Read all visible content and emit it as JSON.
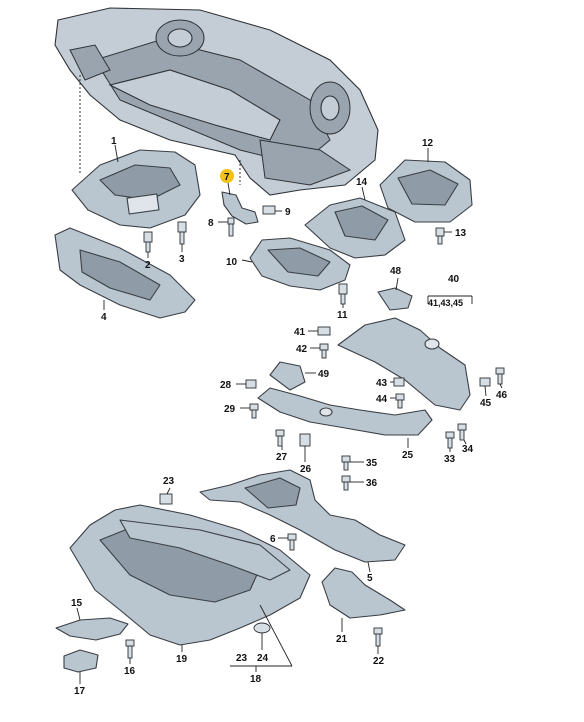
{
  "diagram": {
    "callouts": [
      {
        "id": "c1",
        "text": "1"
      },
      {
        "id": "c2",
        "text": "2"
      },
      {
        "id": "c3",
        "text": "3"
      },
      {
        "id": "c4",
        "text": "4"
      },
      {
        "id": "c5a",
        "text": "5"
      },
      {
        "id": "c6",
        "text": "6"
      },
      {
        "id": "c7",
        "text": "7"
      },
      {
        "id": "c8",
        "text": "8"
      },
      {
        "id": "c9",
        "text": "9"
      },
      {
        "id": "c10",
        "text": "10"
      },
      {
        "id": "c11",
        "text": "11"
      },
      {
        "id": "c12",
        "text": "12"
      },
      {
        "id": "c13",
        "text": "13"
      },
      {
        "id": "c14",
        "text": "14"
      },
      {
        "id": "c15",
        "text": "15"
      },
      {
        "id": "c16",
        "text": "16"
      },
      {
        "id": "c17",
        "text": "17"
      },
      {
        "id": "c18",
        "text": "18"
      },
      {
        "id": "c19",
        "text": "19"
      },
      {
        "id": "c21",
        "text": "21"
      },
      {
        "id": "c22",
        "text": "22"
      },
      {
        "id": "c23a",
        "text": "23"
      },
      {
        "id": "c23b",
        "text": "23"
      },
      {
        "id": "c24",
        "text": "24"
      },
      {
        "id": "c25",
        "text": "25"
      },
      {
        "id": "c26",
        "text": "26"
      },
      {
        "id": "c27",
        "text": "27"
      },
      {
        "id": "c28",
        "text": "28"
      },
      {
        "id": "c29",
        "text": "29"
      },
      {
        "id": "c33",
        "text": "33"
      },
      {
        "id": "c34",
        "text": "34"
      },
      {
        "id": "c35",
        "text": "35"
      },
      {
        "id": "c36",
        "text": "36"
      },
      {
        "id": "c40",
        "text": "40"
      },
      {
        "id": "c40sub",
        "text": "41,43,45"
      },
      {
        "id": "c41",
        "text": "41"
      },
      {
        "id": "c42",
        "text": "42"
      },
      {
        "id": "c43",
        "text": "43"
      },
      {
        "id": "c44",
        "text": "44"
      },
      {
        "id": "c45",
        "text": "45"
      },
      {
        "id": "c46",
        "text": "46"
      },
      {
        "id": "c48",
        "text": "48"
      },
      {
        "id": "c49",
        "text": "49"
      }
    ],
    "highlight_color": "#f2c21b",
    "part_color": "#b9c5cf"
  }
}
